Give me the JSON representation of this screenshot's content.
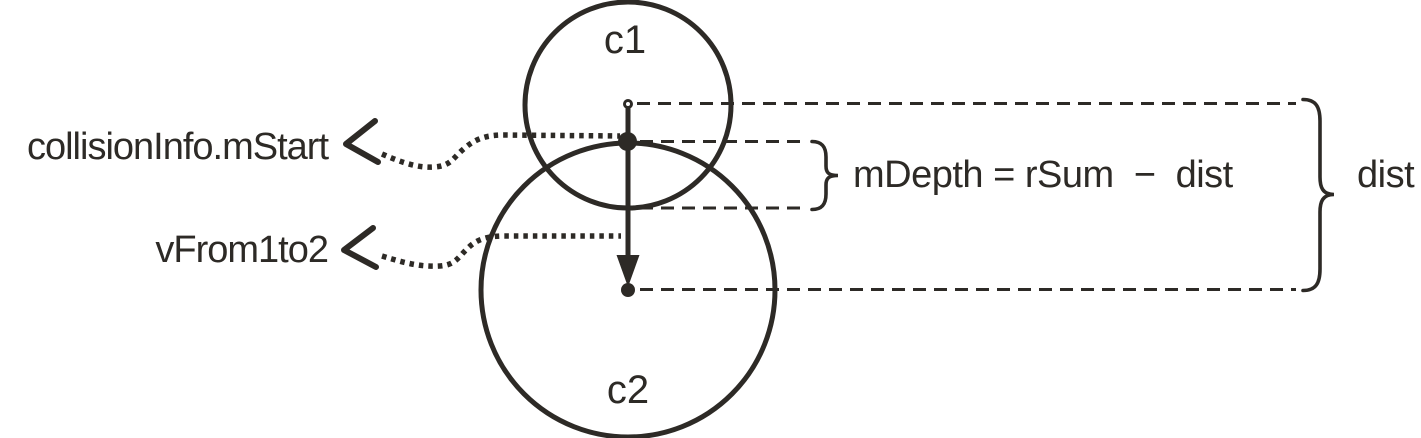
{
  "colors": {
    "ink": "#2d2a26",
    "background": "#ffffff"
  },
  "circles": {
    "c1_label": "c1",
    "c2_label": "c2"
  },
  "pointers": {
    "mstart_label": "collisionInfo.mStart",
    "vector_label": "vFrom1to2"
  },
  "measurements": {
    "mdepth_equation": "mDepth = rSum  −  dist",
    "dist_label": "dist"
  }
}
